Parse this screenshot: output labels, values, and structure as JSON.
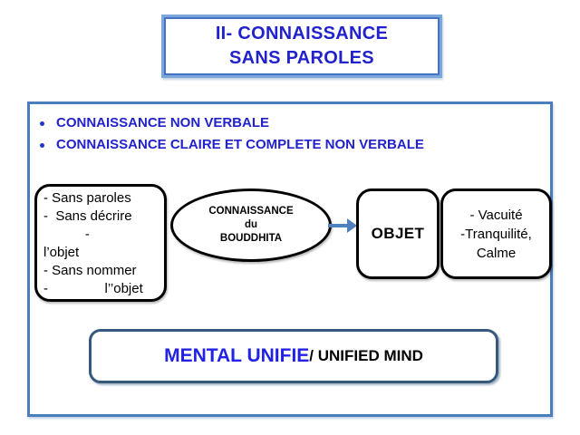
{
  "slide": {
    "title": {
      "line1": "II- CONNAISSANCE",
      "line2": "SANS PAROLES"
    },
    "bullets": [
      "CONNAISSANCE NON VERBALE",
      "CONNAISSANCE CLAIRE ET COMPLETE NON VERBALE"
    ],
    "left_box": {
      "lines": [
        "- Sans paroles",
        "-  Sans décrire",
        "           -",
        "l’objet",
        "- Sans nommer",
        "-               l’’objet"
      ]
    },
    "ellipse": {
      "lines": [
        "CONNAISSANCE",
        "du",
        "BOUDDHITA"
      ]
    },
    "objet_box": {
      "label": "OBJET"
    },
    "right_box": {
      "lines": [
        "- Vacuité",
        "-Tranquilité,",
        "Calme"
      ]
    },
    "bottom_box": {
      "primary": "MENTAL UNIFIE",
      "secondary": "/ UNIFIED MIND"
    },
    "colors": {
      "blue_text": "#2222CC",
      "bright_blue_text": "#2222E6",
      "title_border_outer": "#7BA7DB",
      "title_border_inner": "#4472C4",
      "outer_frame_border": "#4A7EBB",
      "arrow": "#4E81BD",
      "bottom_box_border": "#35587C",
      "shape_border": "#000000"
    }
  }
}
